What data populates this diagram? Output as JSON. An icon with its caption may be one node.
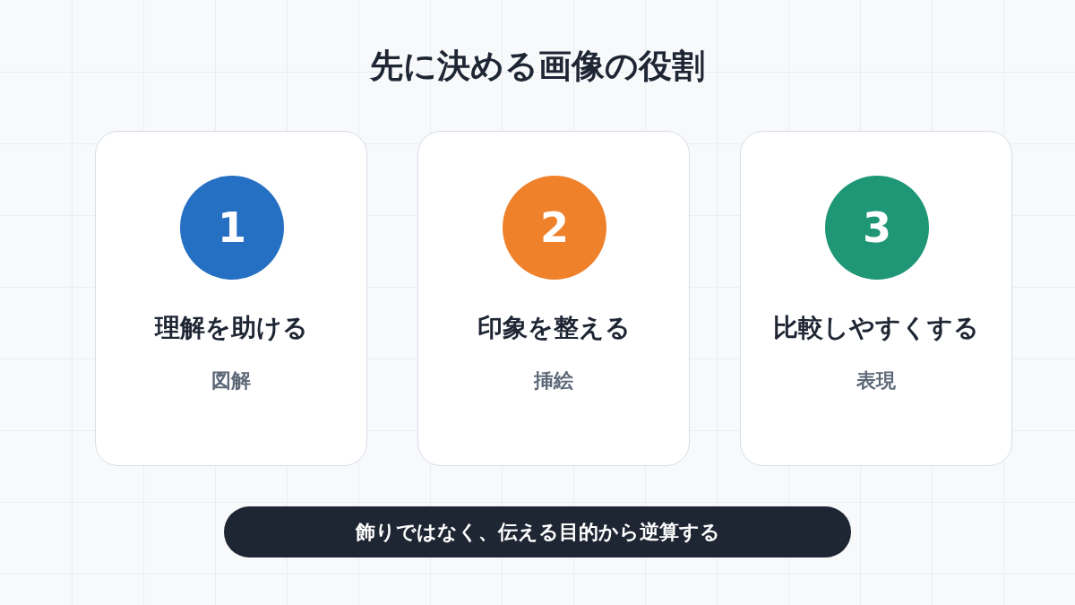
{
  "diagram": {
    "title": "先に決める画像の役割",
    "nodes": [
      {
        "text": [
          "理解を助ける",
          "図解"
        ]
      },
      {
        "text": [
          "1"
        ],
        "in": 0
      },
      {
        "text": [
          "印象を整える",
          "挿絵"
        ]
      },
      {
        "text": [
          "2"
        ],
        "in": 2
      },
      {
        "text": [
          "比較しやすくする",
          "表現"
        ]
      },
      {
        "text": [
          "3"
        ],
        "in": 4
      },
      {
        "text": [
          "飾りではなく、伝える目的から逆算する"
        ]
      }
    ]
  }
}
